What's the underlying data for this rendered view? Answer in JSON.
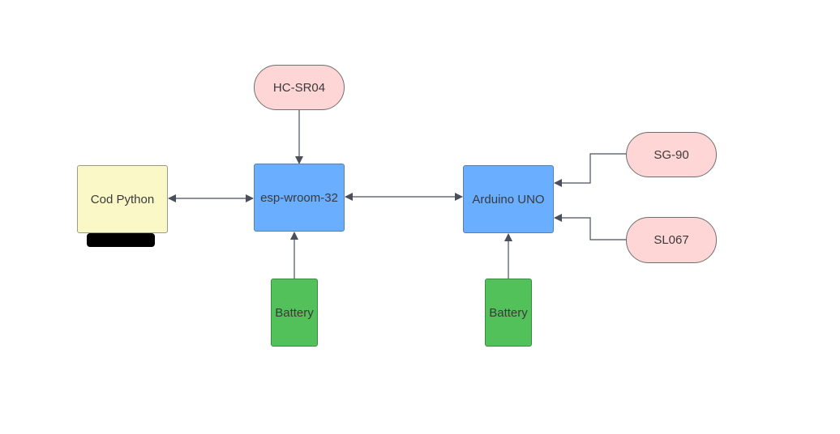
{
  "nodes": {
    "hc_sr04": "HC-SR04",
    "esp": "esp-wroom-32",
    "cod_python": "Cod Python",
    "arduino": "Arduino UNO",
    "sg90": "SG-90",
    "sl067": "SL067",
    "battery_esp": "Battery",
    "battery_arduino": "Battery"
  },
  "colors": {
    "sensor_fill": "#ffd6d6",
    "controller_fill": "#6aaeff",
    "computer_fill": "#fbf8c8",
    "battery_fill": "#52c15a",
    "connector": "#4a4f5c"
  }
}
